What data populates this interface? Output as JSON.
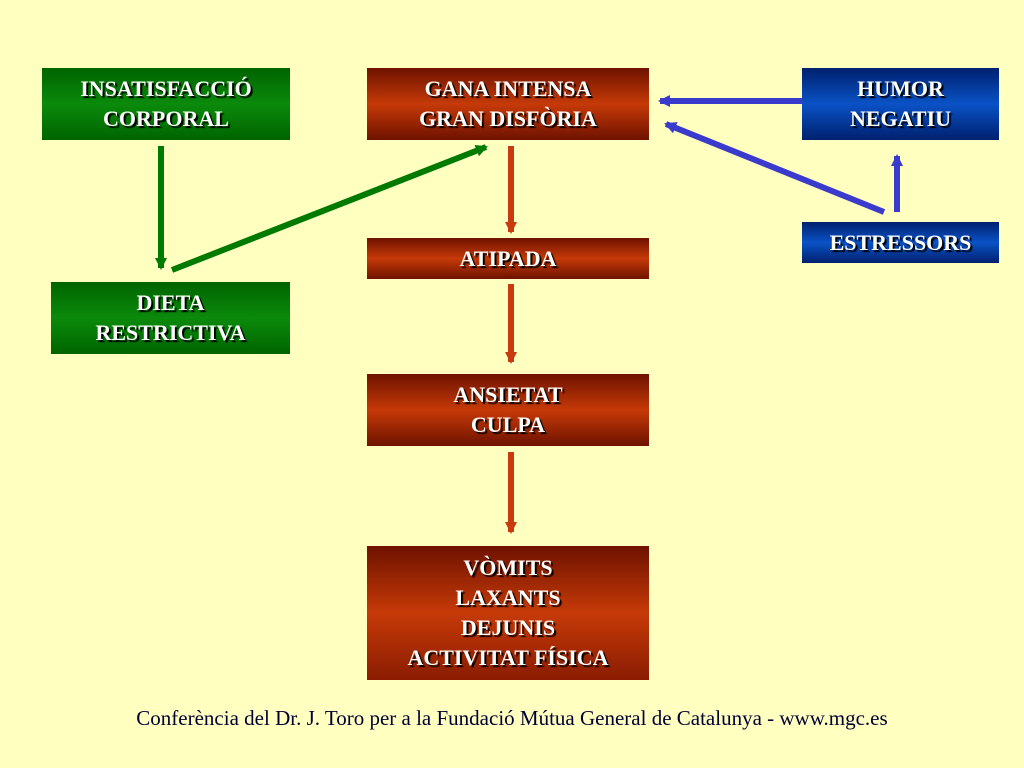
{
  "boxes": {
    "insatisfaccio": {
      "lines": [
        "INSATISFACCIÓ",
        "CORPORAL"
      ]
    },
    "dieta": {
      "lines": [
        "DIETA",
        "RESTRICTIVA"
      ]
    },
    "gana": {
      "lines": [
        "GANA INTENSA",
        "GRAN DISFÒRIA"
      ]
    },
    "atipada": {
      "lines": [
        "ATIPADA"
      ]
    },
    "ansietat": {
      "lines": [
        "ANSIETAT",
        "CULPA"
      ]
    },
    "vomits": {
      "lines": [
        "VÒMITS",
        "LAXANTS",
        "DEJUNIS",
        "ACTIVITAT FÍSICA"
      ]
    },
    "humor": {
      "lines": [
        "HUMOR",
        "NEGATIU"
      ]
    },
    "estressors": {
      "lines": [
        "ESTRESSORS"
      ]
    }
  },
  "colors": {
    "green_arrow": "#007a00",
    "red_arrow": "#c83a10",
    "blue_arrow": "#3a3acc"
  },
  "footer": "Conferència del Dr. J. Toro per a la Fundació Mútua General de Catalunya - www.mgc.es"
}
